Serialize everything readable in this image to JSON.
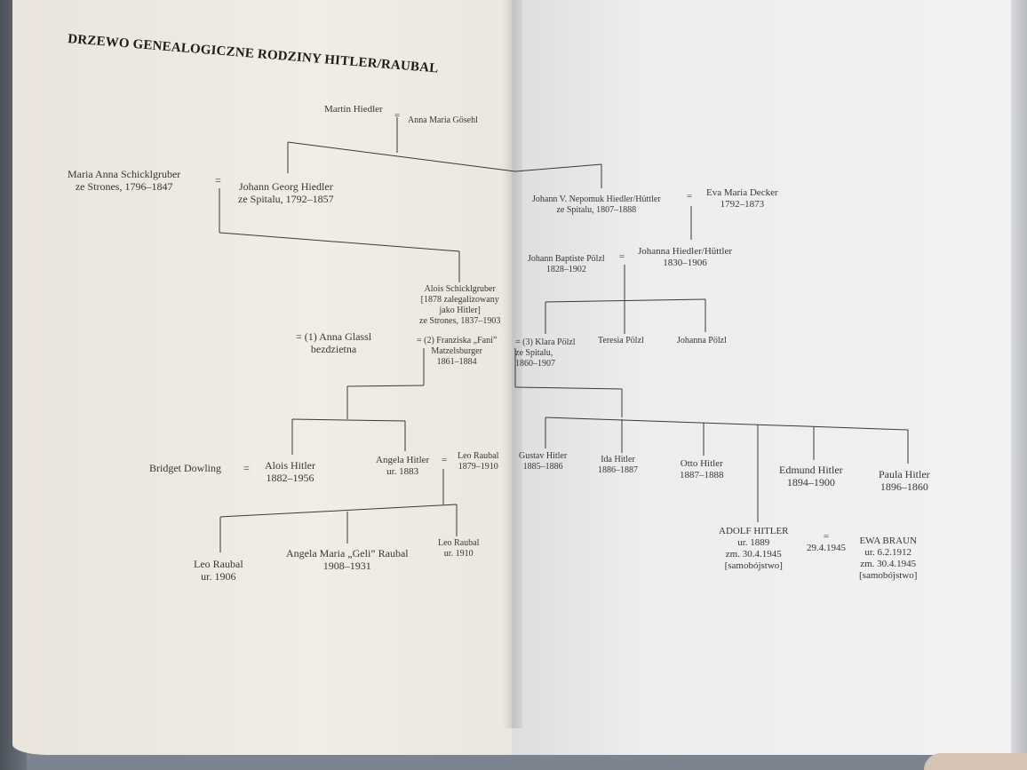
{
  "title": "DRZEWO GENEALOGICZNE RODZINY HITLER/RAUBAL",
  "people": {
    "martin": "Martin Hiedler",
    "eq_martin": "=",
    "anna_gosehl": "Anna Maria Gösehl",
    "maria_anna": "Maria Anna Schicklgruber\nze Strones, 1796–1847",
    "eq_maria": "=",
    "johann_georg": "Johann Georg Hiedler\nze Spitalu, 1792–1857",
    "johann_nepomuk": "Johann V. Nepomuk Hiedler/Hüttler\nze Spitalu, 1807–1888",
    "eq_nepomuk": "=",
    "eva_decker": "Eva Maria Decker\n1792–1873",
    "johann_polzl": "Johann Baptiste Pölzl\n1828–1902",
    "eq_polzl": "=",
    "johanna_hiedler": "Johanna Hiedler/Hüttler\n1830–1906",
    "alois_schicklgruber": "Alois Schicklgruber\n[1878 zalegalizowany\njako Hitler]\nze Strones, 1837–1903",
    "anna_glassl": "= (1) Anna Glassl\nbezdzietna",
    "franziska": "= (2) Franziska „Fani”\nMatzelsburger\n1861–1884",
    "klara": "= (3) Klara Pölzl\nze Spitalu,\n1860–1907",
    "teresia": "Teresia Pölzl",
    "johanna_polzl": "Johanna Pölzl",
    "bridget": "Bridget Dowling",
    "eq_bridget": "=",
    "alois_hitler": "Alois Hitler\n1882–1956",
    "angela_hitler": "Angela Hitler\nur. 1883",
    "eq_angela": "=",
    "leo_raubal_sr": "Leo Raubal\n1879–1910",
    "leo_raubal_jr": "Leo Raubal\nur. 1906",
    "geli": "Angela Maria „Geli” Raubal\n1908–1931",
    "leo_raubal_1910": "Leo Raubal\nur. 1910",
    "gustav": "Gustav Hitler\n1885–1886",
    "ida": "Ida Hitler\n1886–1887",
    "otto": "Otto Hitler\n1887–1888",
    "edmund": "Edmund Hitler\n1894–1900",
    "paula": "Paula Hitler\n1896–1860",
    "adolf": "ADOLF HITLER\nur. 1889\nzm. 30.4.1945\n[samobójstwo]",
    "marriage_adolf": "=\n29.4.1945",
    "ewa": "EWA BRAUN\nur. 6.2.1912\nzm. 30.4.1945\n[samobójstwo]"
  }
}
